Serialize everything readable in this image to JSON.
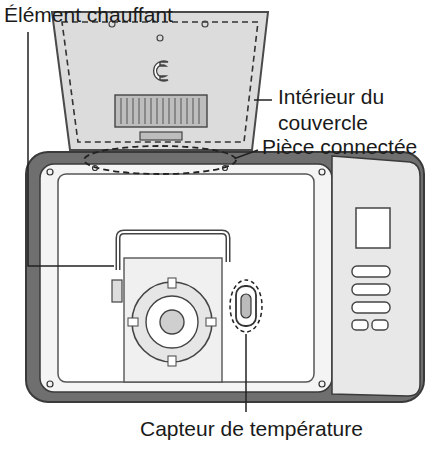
{
  "diagram": {
    "labels": [
      "Élément chauffant",
      "Intérieur du couvercle",
      "Pièce connectée",
      "Capteur de température"
    ]
  }
}
